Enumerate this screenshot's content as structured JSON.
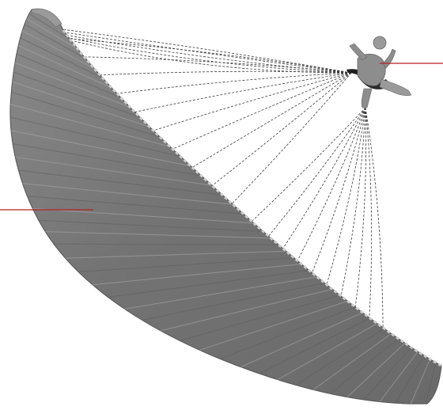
{
  "figure": {
    "subject": "paraglider",
    "parts": [
      {
        "id": "wing",
        "callout_side": "left"
      },
      {
        "id": "pilot",
        "callout_side": "right"
      }
    ],
    "labels": []
  },
  "colors": {
    "background": "#ffffff",
    "wing_fill": "#7c7c7c",
    "wing_dark": "#5e5e5e",
    "wing_light": "#a9a9a9",
    "rib_line": "#c8c8c8",
    "suspension_line": "#3a3a3a",
    "pilot_fill": "#8d8d8d",
    "harness": "#2a2a2a",
    "callout_line": "#b22222"
  }
}
